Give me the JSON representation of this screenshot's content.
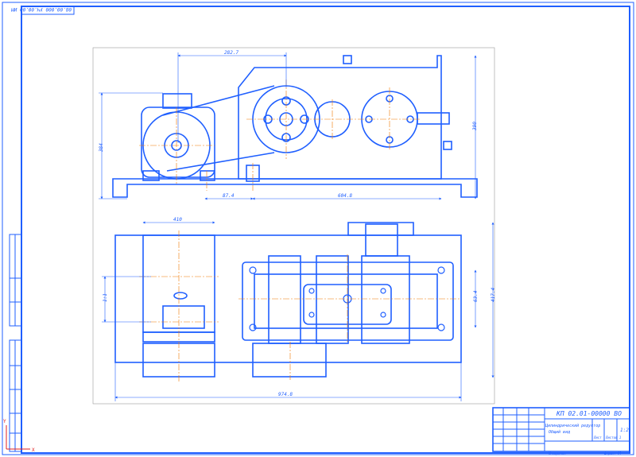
{
  "colors": {
    "line": "#1f5fff",
    "dim": "#1f5fff",
    "axis": "#f07800",
    "paper": "#ffffff"
  },
  "sheet": {
    "corner_stamp": "08.00.000 УЧ.00.00 ИМ"
  },
  "dimensions": {
    "motor_shaft_offset": "282.7",
    "overall_height": "384",
    "right_height": "390",
    "bolt_spacing_a": "87.4",
    "bolt_spacing_b": "604.8",
    "motor_width": "410",
    "motor_depth": "1:1",
    "reducer_bolt_pitch": "63.4",
    "frame_depth": "417.4",
    "overall_length": "974.8"
  },
  "title_block": {
    "designation": "КП 02.01-00000 ВО",
    "name_line1": "Цилиндрический редуктор",
    "name_line2": "Общий вид",
    "scale": "1:2",
    "sheet_label": "Лист",
    "sheets_label": "Листов 1",
    "copied": "Копировал",
    "format": "Формат A1"
  }
}
